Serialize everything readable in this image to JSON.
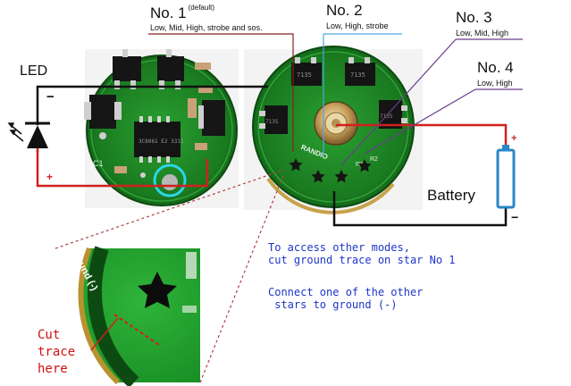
{
  "labels": {
    "led": "LED",
    "battery": "Battery",
    "ground": "Ground (-)",
    "led_minus": "−",
    "led_plus": "+",
    "batt_plus": "+",
    "batt_minus": "−"
  },
  "modes": [
    {
      "title": "No. 1",
      "note": "(default)",
      "desc": "Low, Mid, High, strobe and sos."
    },
    {
      "title": "No. 2",
      "note": "",
      "desc": "Low, High, strobe"
    },
    {
      "title": "No. 3",
      "note": "",
      "desc": "Low, Mid, High"
    },
    {
      "title": "No. 4",
      "note": "",
      "desc": "Low, High"
    }
  ],
  "board_text": {
    "ic_marking": "3C6061 E2 3311",
    "chip_a": "7135",
    "chip_b": "7135",
    "chip_c": "7135",
    "chip_d": "7135",
    "silk_cap": "C1",
    "silk_brand": "RANDIO",
    "silk_r1": "R1",
    "silk_r2": "R2"
  },
  "instructions": {
    "access": "To access other modes,\ncut ground trace on star No 1",
    "connect": "Connect one of the other\n stars to ground (-)"
  },
  "cut_note": "Cut\ntrace\nhere",
  "colors": {
    "wire_black": "#111111",
    "wire_red": "#d21f1f",
    "pcb_green": "#1f8a24",
    "instruction_blue": "#1e36c8",
    "battery_blue": "#2a86c8",
    "pointer_purple": "#6a3d8a",
    "pointer_lightblue": "#4aa8e0",
    "highlight_cyan": "#2bd6e8",
    "zoom_outline": "#b04040"
  }
}
